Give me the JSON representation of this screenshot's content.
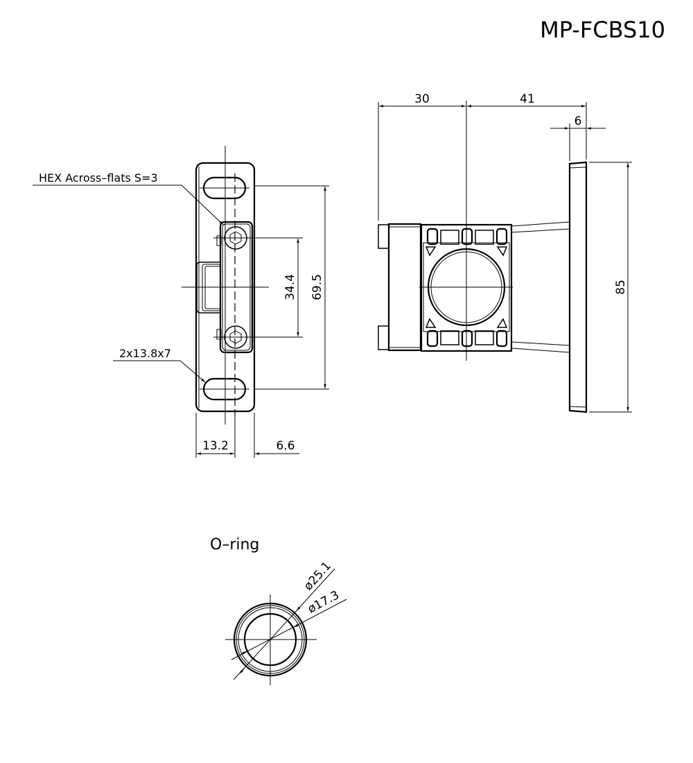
{
  "title": {
    "part_number": "MP-FCBS10"
  },
  "front_view": {
    "hex_label": "HEX Across–flats S=3",
    "slot_label": "2x13.8x7",
    "dims": {
      "hole_pitch": "34.4",
      "slot_pitch": "69.5",
      "left_width": "13.2",
      "right_width": "6.6"
    }
  },
  "side_view": {
    "dims": {
      "left_depth": "30",
      "right_depth": "41",
      "flange_thickness": "6",
      "flange_height": "85"
    }
  },
  "oring_view": {
    "title": "O–ring",
    "outer_diameter": "ø25.1",
    "inner_diameter": "ø17.3"
  }
}
